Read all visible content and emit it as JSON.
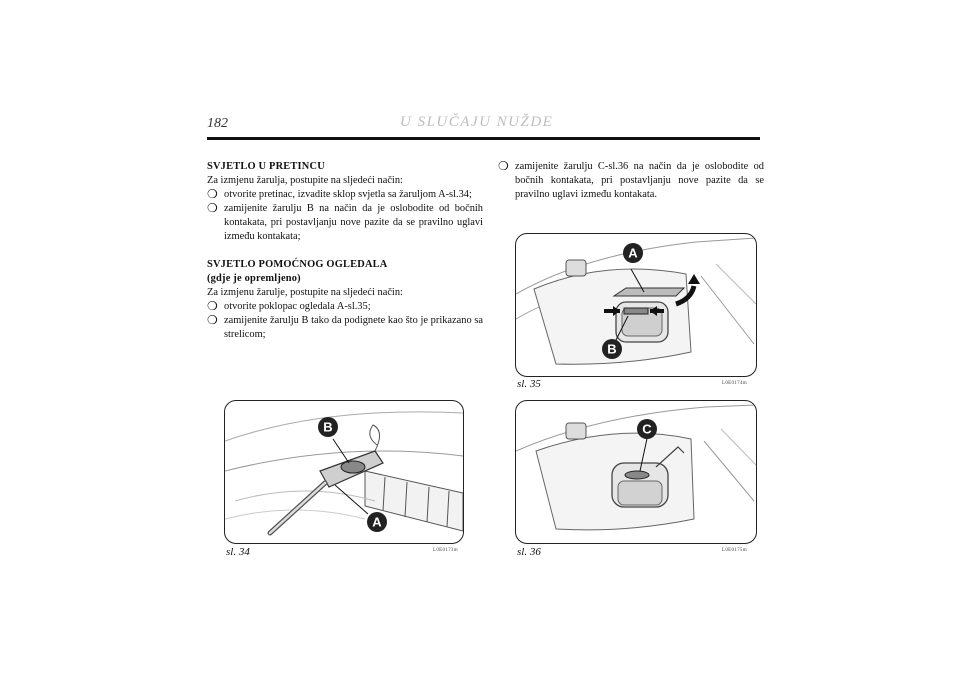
{
  "header": {
    "page_number": "182",
    "section_title": "U SLUČAJU NUŽDE"
  },
  "left_column": {
    "heading1": "SVJETLO U PRETINCU",
    "intro1": "Za izmjenu žarulja, postupite na sljedeći način:",
    "bullets1": [
      "otvorite pretinac, izvadite sklop svjetla sa žaruljom A-sl.34;",
      "zamijenite žarulju B na način da je oslobodite od bočnih kontakata, pri postavljanju nove pazite da se pravilno uglavi između kontakata;"
    ],
    "heading2_line1": "SVJETLO POMOĆNOG OGLEDALA",
    "heading2_line2": "(gdje je opremljeno)",
    "intro2": "Za izmjenu žarulje, postupite na sljedeći način:",
    "bullets2": [
      "otvorite poklopac ogledala A-sl.35;",
      "zamijenite žarulju B tako da podignete kao što je prikazano sa strelicom;"
    ]
  },
  "right_column": {
    "bullets": [
      "zamijenite žarulju C-sl.36 na način da je oslobodite od bočnih kontakata, pri postavljanju nove pazite da se pravilno uglavi između kontakata."
    ]
  },
  "bullet_glyph": "❍",
  "figures": {
    "fig34": {
      "caption": "sl. 34",
      "code": "L0E0173m",
      "labels": [
        "B",
        "A"
      ]
    },
    "fig35": {
      "caption": "sl. 35",
      "code": "L0E0174m",
      "labels": [
        "A",
        "B"
      ]
    },
    "fig36": {
      "caption": "sl. 36",
      "code": "L0E0175m",
      "labels": [
        "C"
      ]
    }
  },
  "colors": {
    "title_gray": "#bdbdbd",
    "rule": "#111111",
    "label_fill": "#222222"
  }
}
